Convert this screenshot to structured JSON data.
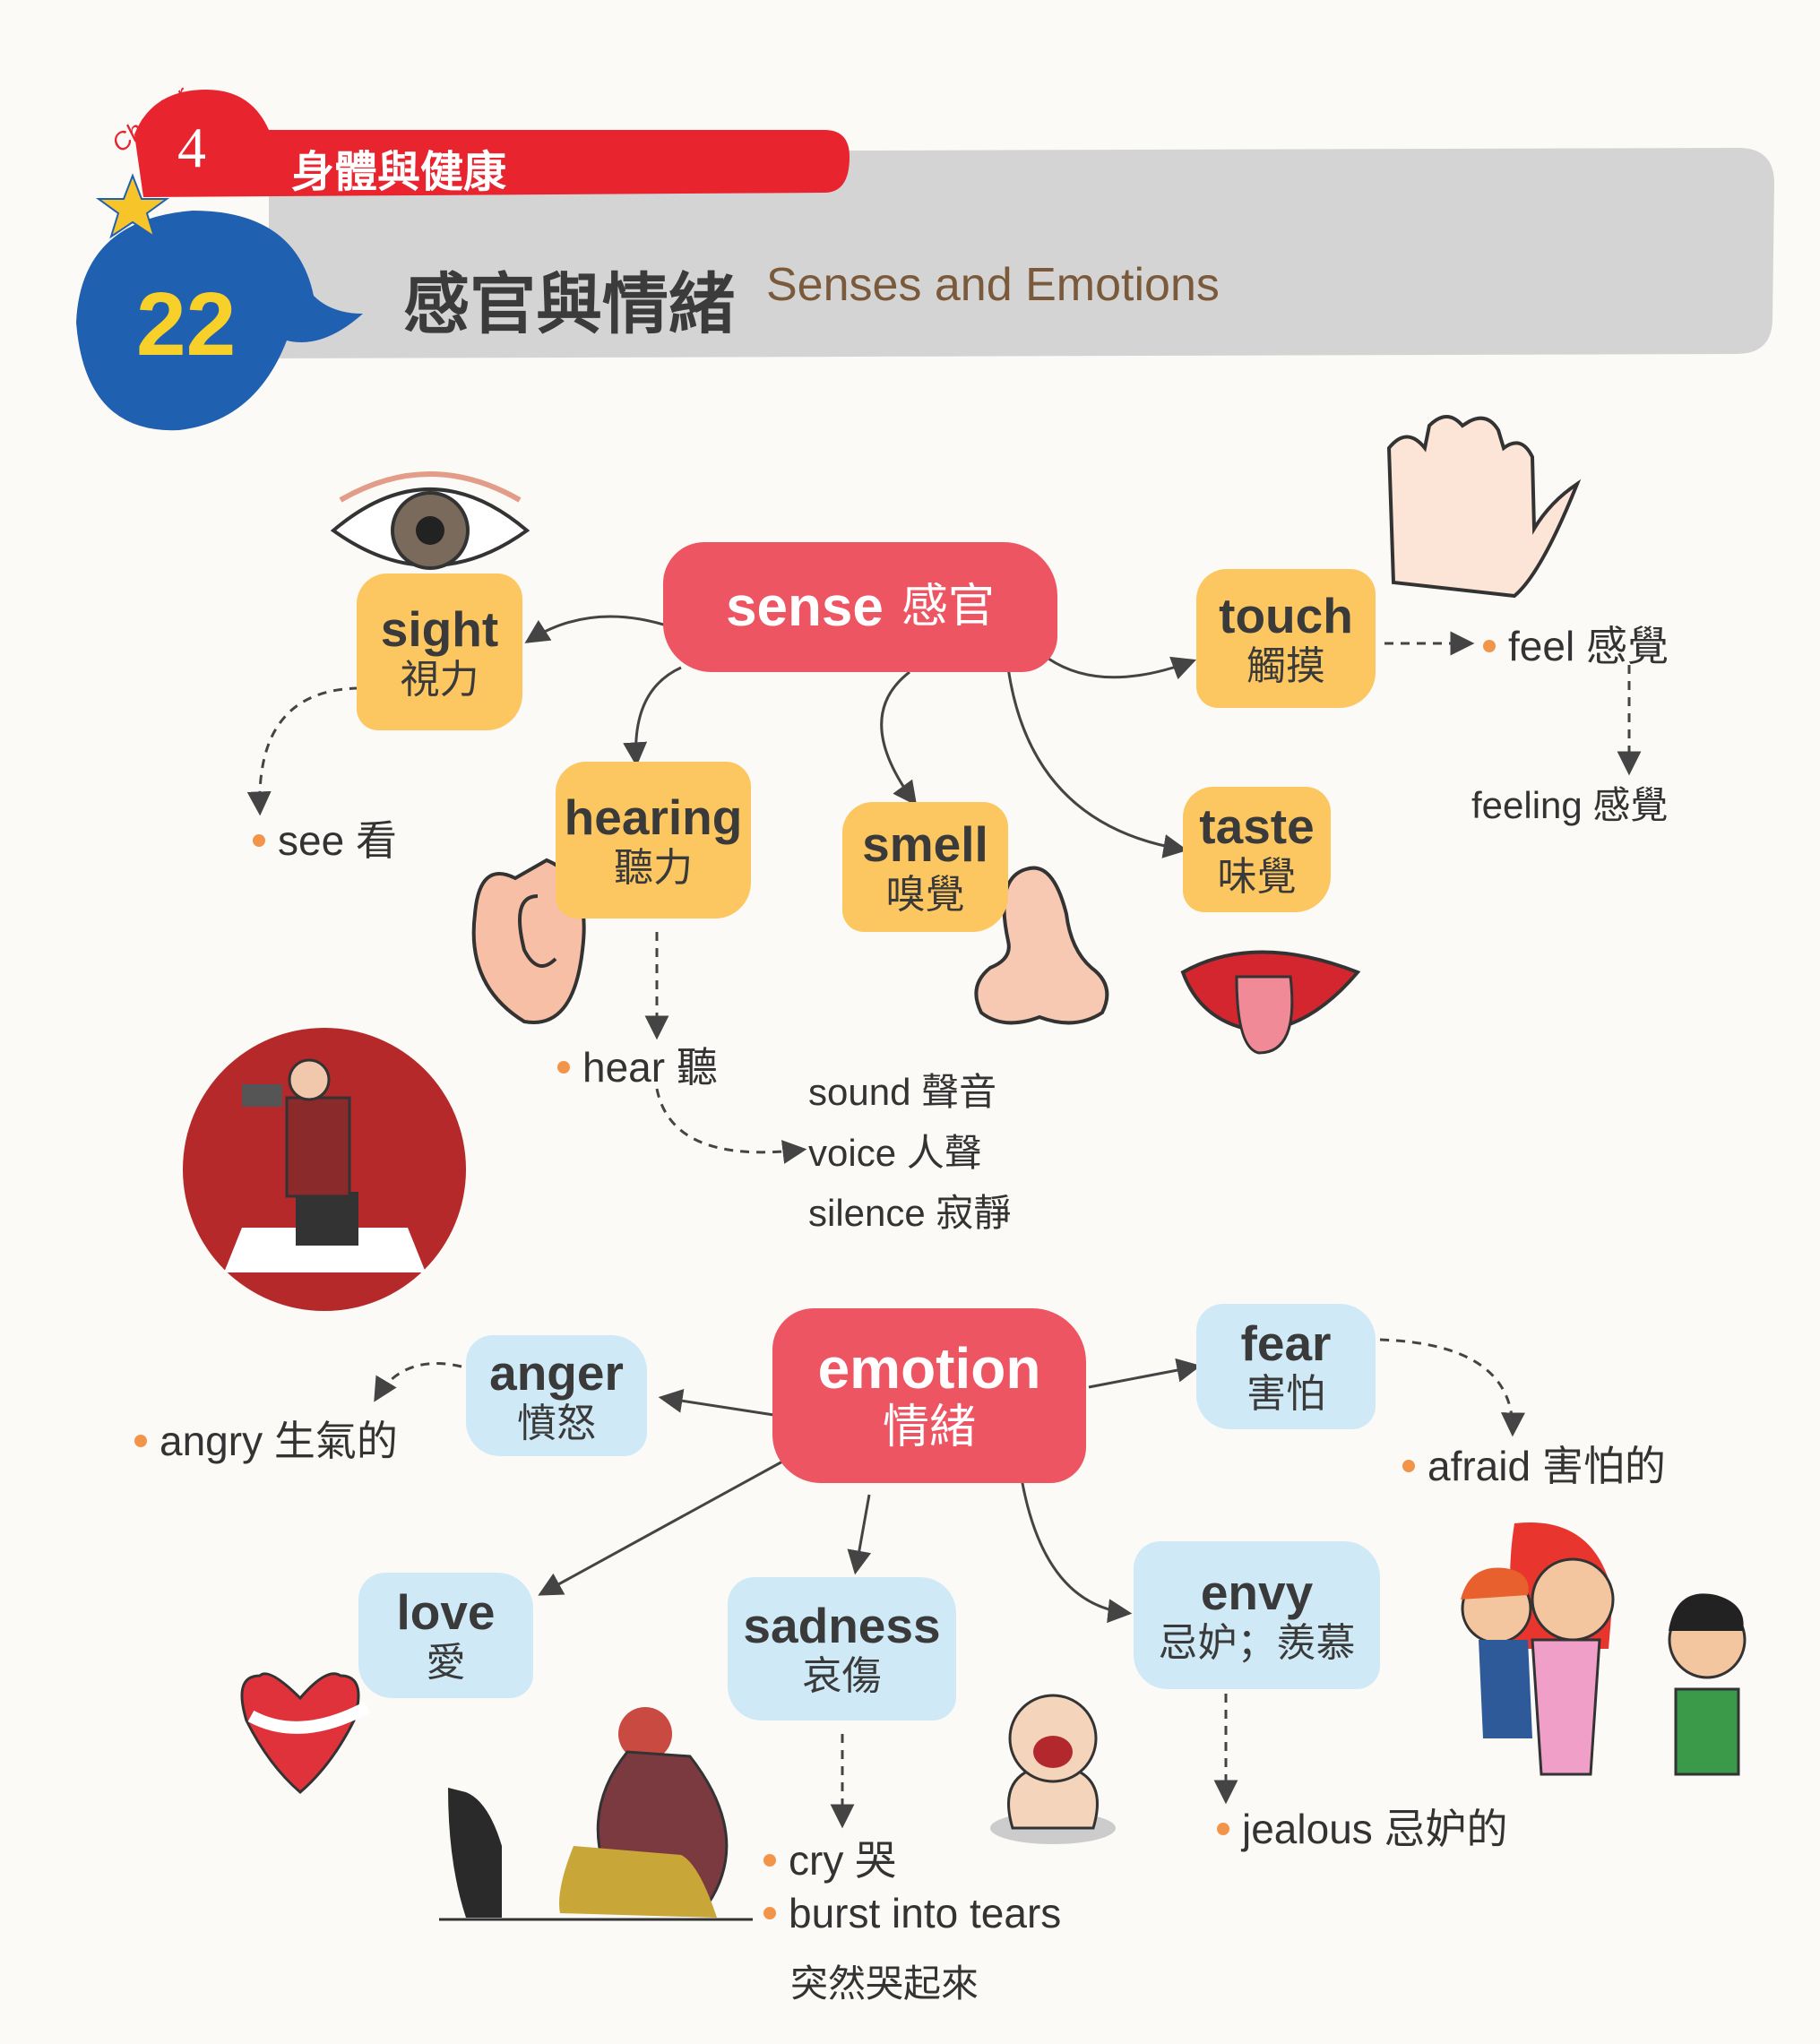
{
  "header": {
    "chapter_label": "Chapter",
    "chapter_number": "4",
    "chapter_title": "身體與健康",
    "unit_number": "22",
    "unit_title_zh": "感官與情緒",
    "unit_title_en": "Senses and Emotions"
  },
  "senses": {
    "center": {
      "en": "sense",
      "zh": "感官"
    },
    "sight": {
      "en": "sight",
      "zh": "視力"
    },
    "hearing": {
      "en": "hearing",
      "zh": "聽力"
    },
    "smell": {
      "en": "smell",
      "zh": "嗅覺"
    },
    "taste": {
      "en": "taste",
      "zh": "味覺"
    },
    "touch": {
      "en": "touch",
      "zh": "觸摸"
    },
    "see": "see 看",
    "hear": "hear 聽",
    "feel": "feel 感覺",
    "feeling": "feeling 感覺",
    "sound": "sound 聲音",
    "voice": "voice 人聲",
    "silence": "silence 寂靜"
  },
  "emotions": {
    "center": {
      "en": "emotion",
      "zh": "情緒"
    },
    "anger": {
      "en": "anger",
      "zh": "憤怒"
    },
    "fear": {
      "en": "fear",
      "zh": "害怕"
    },
    "love": {
      "en": "love",
      "zh": "愛"
    },
    "sadness": {
      "en": "sadness",
      "zh": "哀傷"
    },
    "envy": {
      "en": "envy",
      "zh": "忌妒；羨慕"
    },
    "angry": "angry 生氣的",
    "afraid": "afraid 害怕的",
    "cry": "cry 哭",
    "burst_into_tears": "burst into tears",
    "burst_into_tears_zh": "突然哭起來",
    "jealous": "jealous 忌妒的"
  },
  "colors": {
    "red": "#e8242f",
    "blue": "#2060b0",
    "yellow": "#f7c52a",
    "gray_band": "#d4d4d4",
    "orange_node": "#fcc761",
    "blue_node": "#cfeaf6",
    "pink_node": "#ee5563",
    "bullet": "#f2954a"
  },
  "icons": [
    "eye-icon",
    "ear-icon",
    "nose-icon",
    "mouth-icon",
    "hand-icon",
    "heart-hug-icon",
    "angry-man-icon",
    "sad-woman-cat-icon",
    "crying-baby-icon",
    "jealous-kids-icon"
  ]
}
